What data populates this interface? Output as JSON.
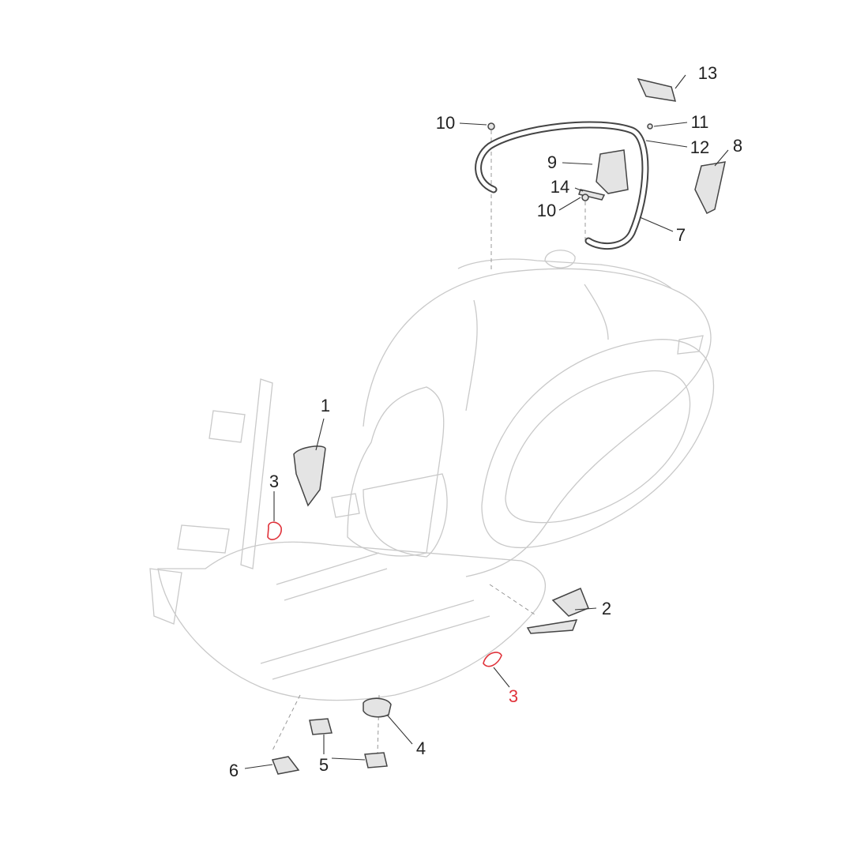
{
  "diagram": {
    "callouts": [
      {
        "id": "c13",
        "text": "13"
      },
      {
        "id": "c10a",
        "text": "10"
      },
      {
        "id": "c11",
        "text": "11"
      },
      {
        "id": "c12",
        "text": "12"
      },
      {
        "id": "c8",
        "text": "8"
      },
      {
        "id": "c9",
        "text": "9"
      },
      {
        "id": "c14",
        "text": "14"
      },
      {
        "id": "c10b",
        "text": "10"
      },
      {
        "id": "c7",
        "text": "7"
      },
      {
        "id": "c1",
        "text": "1"
      },
      {
        "id": "c3a",
        "text": "3"
      },
      {
        "id": "c2",
        "text": "2"
      },
      {
        "id": "c3b",
        "text": "3"
      },
      {
        "id": "c4",
        "text": "4"
      },
      {
        "id": "c5",
        "text": "5"
      },
      {
        "id": "c6",
        "text": "6"
      }
    ],
    "highlight_color": "#e0323a"
  }
}
